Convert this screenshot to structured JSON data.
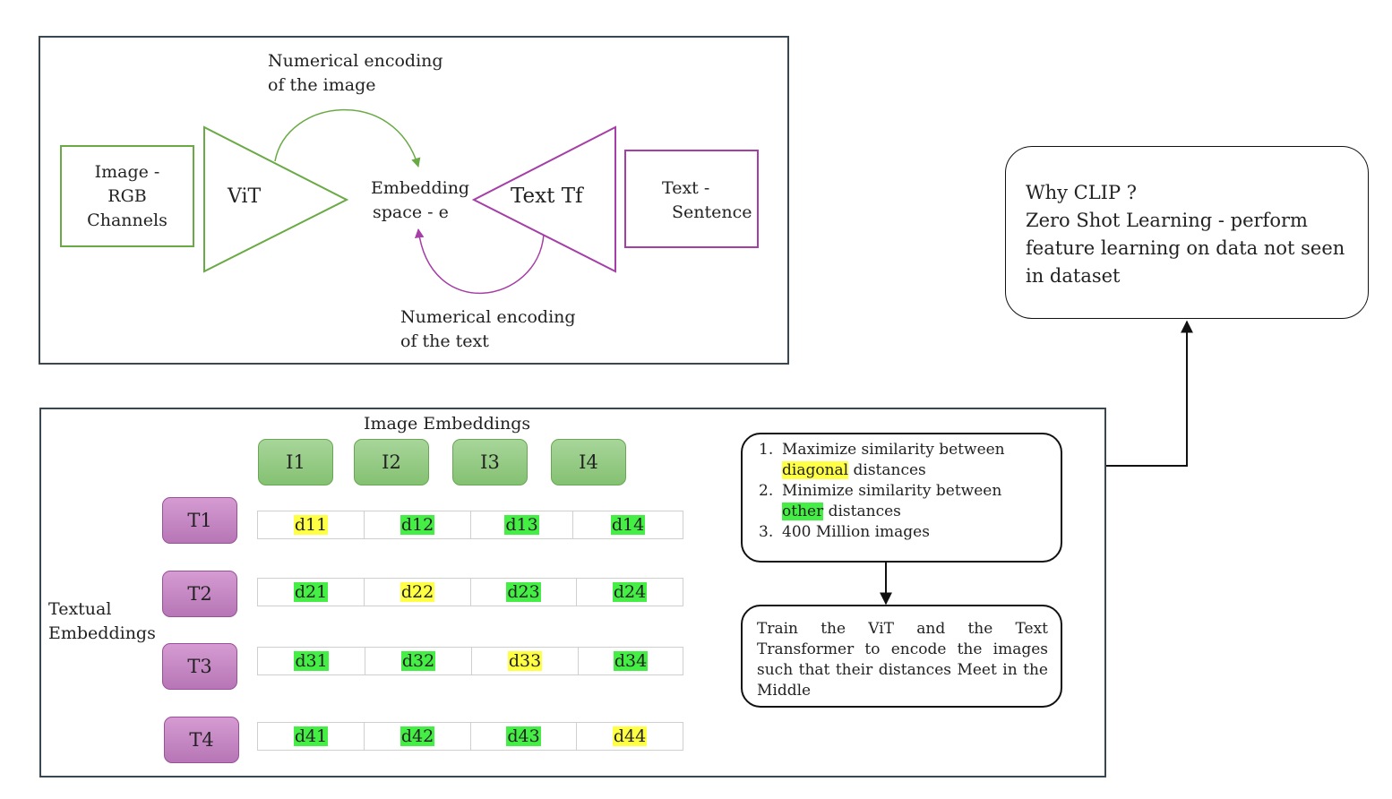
{
  "top_panel": {
    "image_box": "Image - RGB Channels",
    "vit_label": "ViT",
    "embedding_label_line1": "Embedding",
    "embedding_label_line2": "space - e",
    "text_tf_label": "Text Tf",
    "text_box_line1": "Text -",
    "text_box_line2": "Sentence",
    "image_encoding_line1": "Numerical encoding",
    "image_encoding_line2": "of the image",
    "text_encoding_line1": "Numerical encoding",
    "text_encoding_line2": "of the text"
  },
  "why_clip": {
    "line1": "Why CLIP ?",
    "line2": "Zero Shot Learning - perform feature learning on data not seen in dataset"
  },
  "matrix": {
    "image_header": "Image Embeddings",
    "text_header_line1": "Textual",
    "text_header_line2": "Embeddings",
    "images": [
      "I1",
      "I2",
      "I3",
      "I4"
    ],
    "texts": [
      "T1",
      "T2",
      "T3",
      "T4"
    ],
    "cells": [
      [
        "d11",
        "d12",
        "d13",
        "d14"
      ],
      [
        "d21",
        "d22",
        "d23",
        "d24"
      ],
      [
        "d31",
        "d32",
        "d33",
        "d34"
      ],
      [
        "d41",
        "d42",
        "d43",
        "d44"
      ]
    ]
  },
  "objectives": {
    "n1": "1.",
    "item1_pre": "Maximize similarity between",
    "item1_highlight": "diagonal",
    "item1_post": " distances",
    "n2": "2.",
    "item2_pre": "Minimize similarity between",
    "item2_highlight": "other",
    "item2_post": " distances",
    "n3": "3.",
    "item3": "400 Million images"
  },
  "training": {
    "text": "Train the ViT and the Text Transformer to encode the images such that their distances Meet in the Middle"
  },
  "colors": {
    "green": "#6aaa46",
    "purple": "#a53ea6",
    "highlight_yellow": "#ffff44",
    "highlight_green": "#44ee44"
  }
}
